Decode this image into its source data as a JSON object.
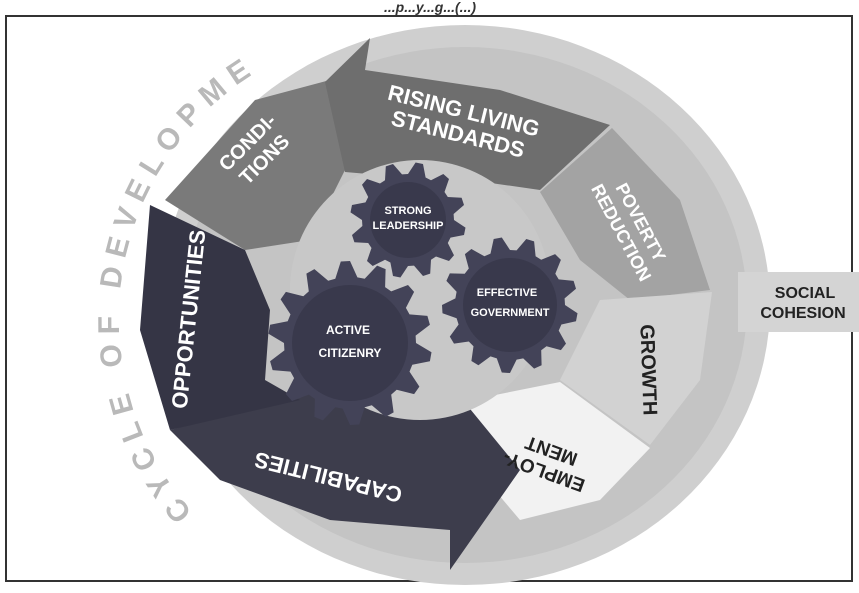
{
  "header": {
    "caption_partial": "...p...y...g...(...)"
  },
  "ring": {
    "title": "CYCLE OF DEVELOPMENT"
  },
  "segments": {
    "rising_living_standards": [
      "RISING LIVING",
      "STANDARDS"
    ],
    "poverty_reduction": [
      "POVERTY",
      "REDUCTION"
    ],
    "growth": "GROWTH",
    "employment": [
      "EMPLOY-",
      "MENT"
    ],
    "capabilities": "CAPABILITIES",
    "opportunities": "OPPORTUNITIES",
    "conditions": [
      "CONDI-",
      "TIONS"
    ]
  },
  "gears": {
    "strong_leadership": [
      "STRONG",
      "LEADERSHIP"
    ],
    "effective_government": [
      "EFFECTIVE",
      "GOVERNMENT"
    ],
    "active_citizenry": [
      "ACTIVE",
      "CITIZENRY"
    ]
  },
  "outer_label": {
    "social_cohesion": [
      "SOCIAL",
      "COHESION"
    ]
  },
  "colors": {
    "ring": "#c9c9c9",
    "gear_fill": "#434358",
    "dark_segment": "#3a3a4a",
    "mid_segment": "#7d7d7d",
    "light_segment": "#a7a7a7",
    "pale_segment": "#d9d9d9"
  }
}
